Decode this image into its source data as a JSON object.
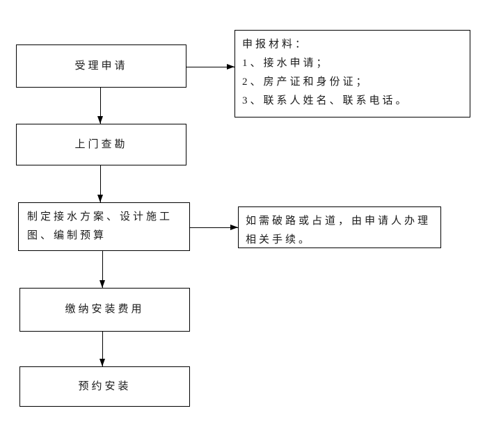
{
  "flowchart": {
    "steps": [
      {
        "label": "受理申请"
      },
      {
        "label": "上门查勘"
      },
      {
        "label": "制定接水方案、设计施工图、编制预算"
      },
      {
        "label": "缴纳安装费用"
      },
      {
        "label": "预约安装"
      }
    ],
    "notes": [
      {
        "lines": [
          "申报材料：",
          "1、接水申请；",
          "2、房产证和身份证；",
          "3、联系人姓名、联系电话。"
        ]
      },
      {
        "text": "如需破路或占道，由申请人办理相关手续。"
      }
    ]
  },
  "colors": {
    "background": "#ffffff",
    "border": "#000000",
    "text": "#1a1a1a"
  }
}
